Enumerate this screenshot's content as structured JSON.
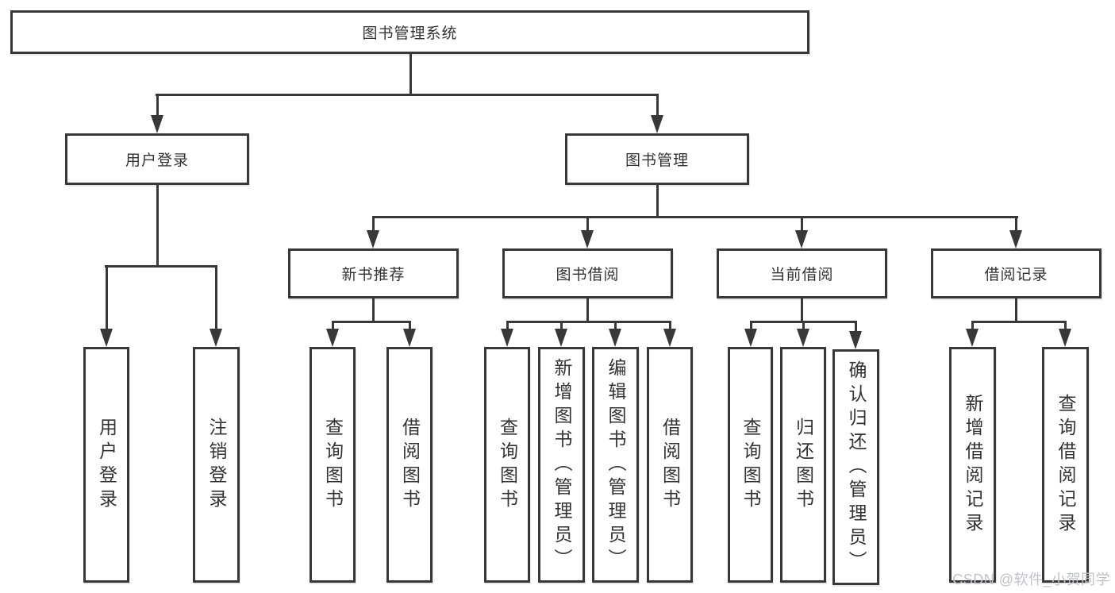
{
  "colors": {
    "line": "#383838",
    "text": "#333333",
    "watermark": "#bfc3c9",
    "background": "#ffffff"
  },
  "watermark": "CSDN @软件_小贺同学",
  "tree": {
    "root": "图书管理系统",
    "branches": [
      {
        "label": "用户登录",
        "children": [
          "用户登录",
          "注销登录"
        ]
      },
      {
        "label": "图书管理",
        "children": [
          {
            "label": "新书推荐",
            "children": [
              "查询图书",
              "借阅图书"
            ]
          },
          {
            "label": "图书借阅",
            "children": [
              "查询图书",
              "新增图书（管理员）",
              "编辑图书（管理员）",
              "借阅图书"
            ]
          },
          {
            "label": "当前借阅",
            "children": [
              "查询图书",
              "归还图书",
              "确认归还（管理员）"
            ]
          },
          {
            "label": "借阅记录",
            "children": [
              "新增借阅记录",
              "查询借阅记录"
            ]
          }
        ]
      }
    ]
  }
}
